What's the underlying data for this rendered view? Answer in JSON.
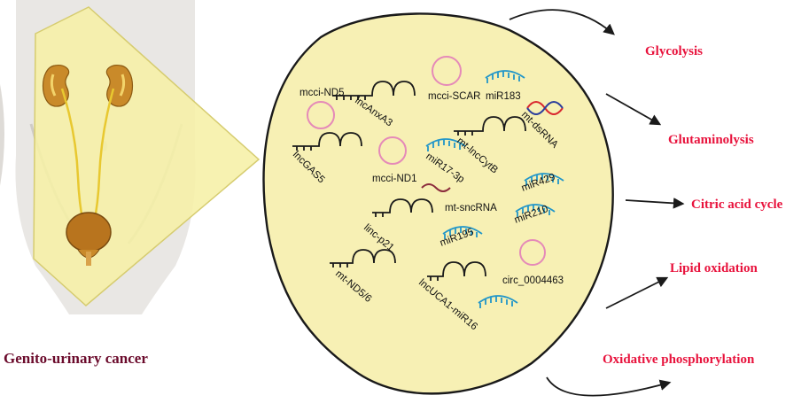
{
  "caption": "Genito-urinary cancer",
  "rnas": {
    "mcci_nd5": "mcci-ND5",
    "lnc_anxa3": "lncAnxA3",
    "mcci_scar": "mcci-SCAR",
    "mir183": "miR183",
    "mt_dsrna": "mt-dsRNA",
    "lnc_gas5": "lncGAS5",
    "mcci_nd1": "mcci-ND1",
    "mir17_3p": "miR17-3p",
    "mt_lnccytb": "mt-lncCytB",
    "mir429": "miR429",
    "mt_sncrna": "mt-sncRNA",
    "mir210": "miR210",
    "linc_p21": "linc-p21",
    "mir195": "miR195",
    "circ_0004463": "circ_0004463",
    "mt_nd5_6": "mt-ND5/6",
    "lncuca1_mir16": "lncUCA1-miR16"
  },
  "pathways": {
    "glycolysis": "Glycolysis",
    "glutaminolysis": "Glutaminolysis",
    "citric_acid_cycle": "Citric acid cycle",
    "lipid_oxidation": "Lipid oxidation",
    "oxidative_phosphorylation": "Oxidative phosphorylation"
  },
  "colors": {
    "zoom_fill": "#f6f0a6",
    "cell_fill": "#f7f0b4",
    "pathway_text": "#e8123c",
    "caption_text": "#6b0b2c",
    "mirna_blue": "#2196c9",
    "circle_pink": "#e58ab8",
    "hairpin": "#1a1a1a",
    "sncrna": "#8b2c3c"
  },
  "icons": [
    "body-torso-illustration",
    "kidney-icon",
    "bladder-icon",
    "circular-rna-icon",
    "mirna-icon",
    "hairpin-rna-icon",
    "double-strand-rna-icon"
  ]
}
